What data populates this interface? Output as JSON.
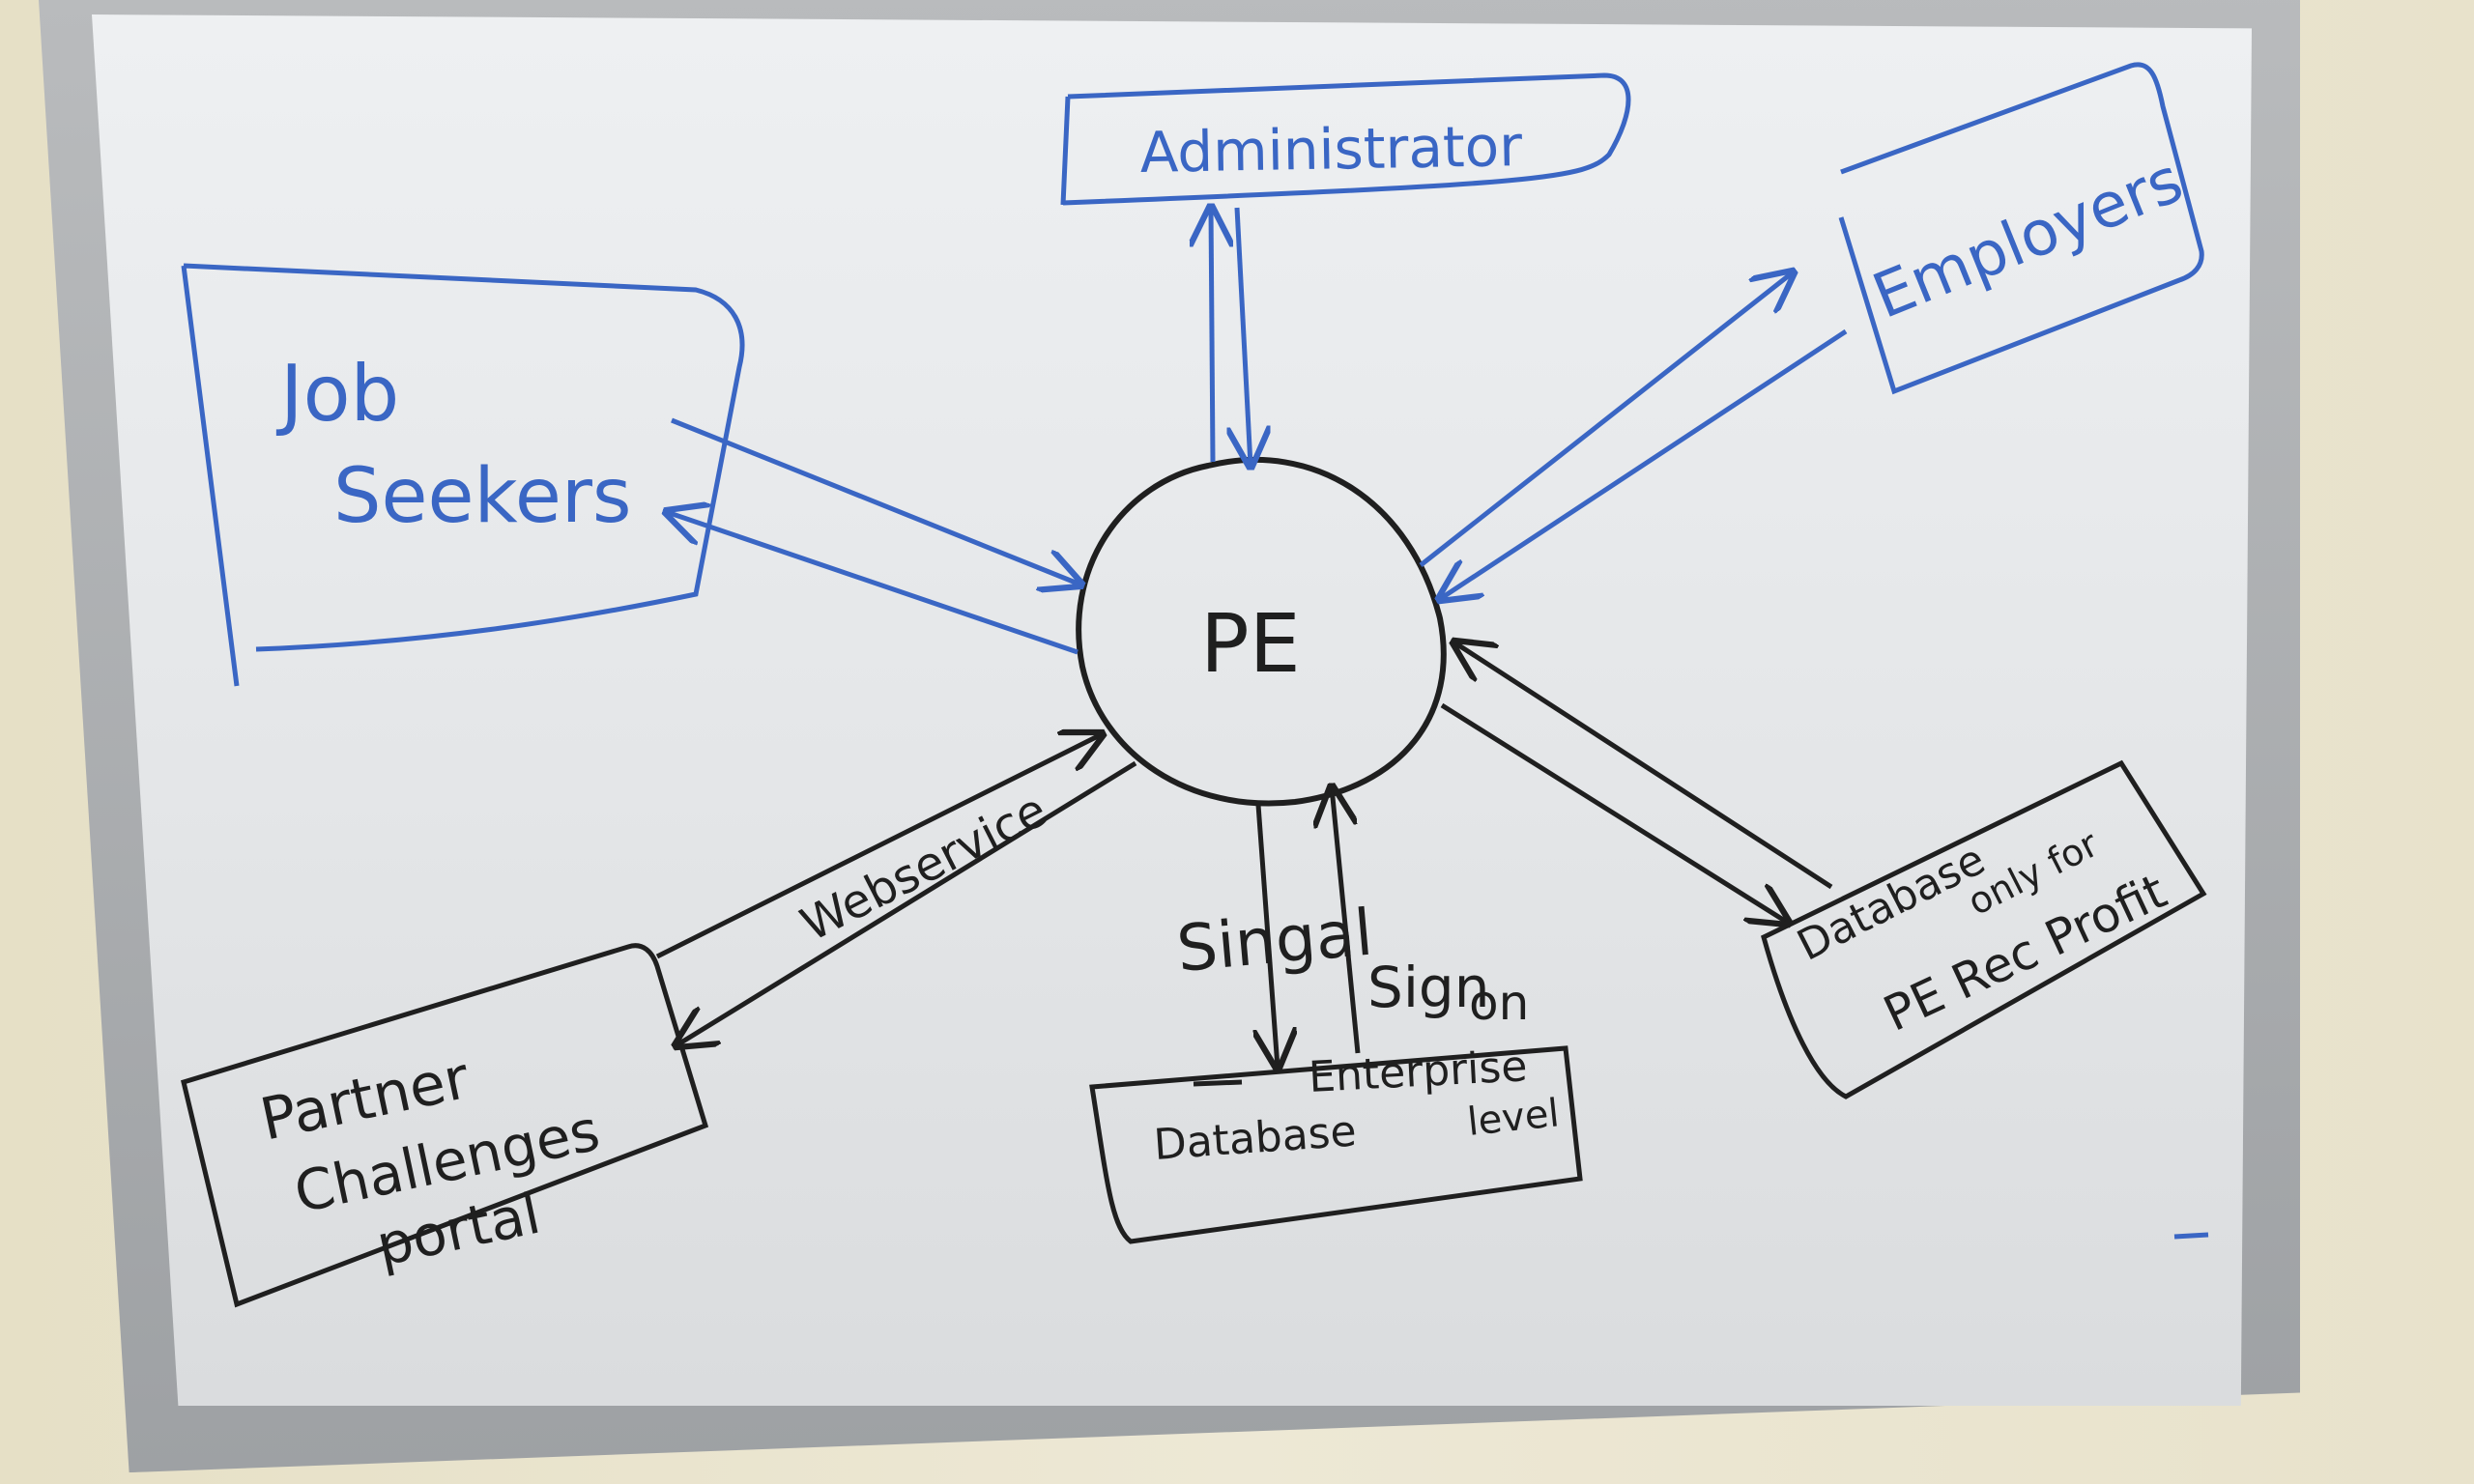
{
  "diagram": {
    "center_label": "PE",
    "nodes": {
      "administrator": "Administrator",
      "employers": "Employers",
      "job_seekers_line1": "Job",
      "job_seekers_line2": "Seekers",
      "partner_line1": "Partner",
      "partner_line2": "Challenges",
      "partner_line3": "portal",
      "enterprise_db_line1": "Enterprise",
      "enterprise_db_line2": "Database",
      "enterprise_db_line3": "level",
      "pe_db_line1": "Database",
      "pe_db_line2": "only for",
      "pe_db_line3": "PE Rec Profit"
    },
    "edge_labels": {
      "webservice": "Webservice",
      "sso_line1": "Singal",
      "sso_line2": "Sign",
      "sso_line3": "on"
    }
  },
  "colors": {
    "blue_marker": "#3a66c4",
    "black_marker": "#1f1f1f"
  }
}
